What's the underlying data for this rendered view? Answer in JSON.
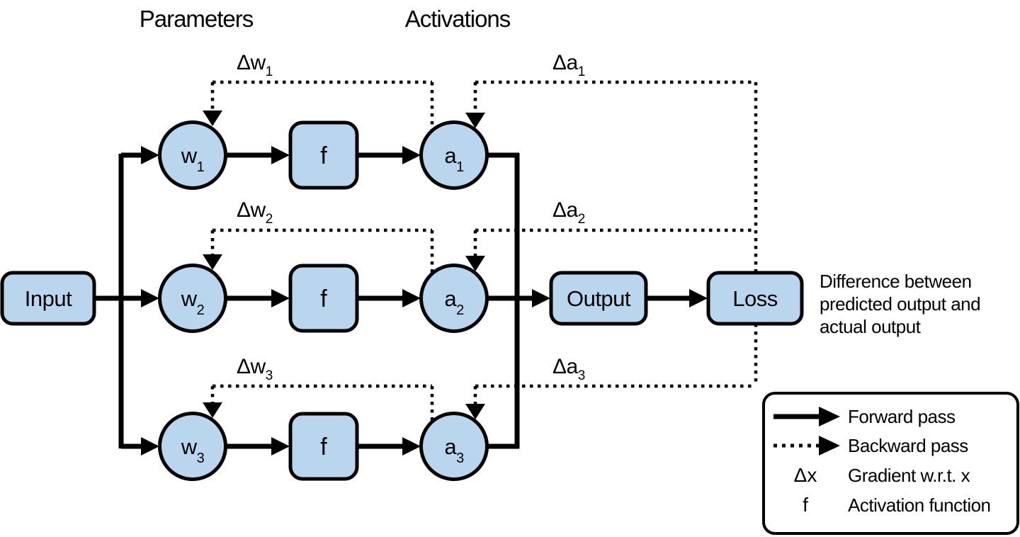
{
  "headers": {
    "parameters": "Parameters",
    "activations": "Activations"
  },
  "nodes": {
    "input": "Input",
    "output": "Output",
    "loss": "Loss",
    "rows": [
      {
        "w": {
          "base": "w",
          "sub": "1"
        },
        "f": "f",
        "a": {
          "base": "a",
          "sub": "1"
        },
        "dw": {
          "base": "Δw",
          "sub": "1"
        },
        "da": {
          "base": "Δa",
          "sub": "1"
        }
      },
      {
        "w": {
          "base": "w",
          "sub": "2"
        },
        "f": "f",
        "a": {
          "base": "a",
          "sub": "2"
        },
        "dw": {
          "base": "Δw",
          "sub": "2"
        },
        "da": {
          "base": "Δa",
          "sub": "2"
        }
      },
      {
        "w": {
          "base": "w",
          "sub": "3"
        },
        "f": "f",
        "a": {
          "base": "a",
          "sub": "3"
        },
        "dw": {
          "base": "Δw",
          "sub": "3"
        },
        "da": {
          "base": "Δa",
          "sub": "3"
        }
      }
    ]
  },
  "annotation": {
    "line1": "Difference between",
    "line2": "predicted output and",
    "line3": "actual output"
  },
  "legend": {
    "forward_label": "Forward pass",
    "backward_label": "Backward pass",
    "gradient_symbol": "Δx",
    "gradient_label": "Gradient w.r.t. x",
    "activation_symbol": "f",
    "activation_label": "Activation function"
  },
  "colors": {
    "node_fill": "#b9d6ee",
    "stroke": "#000000",
    "background": "#ffffff"
  }
}
